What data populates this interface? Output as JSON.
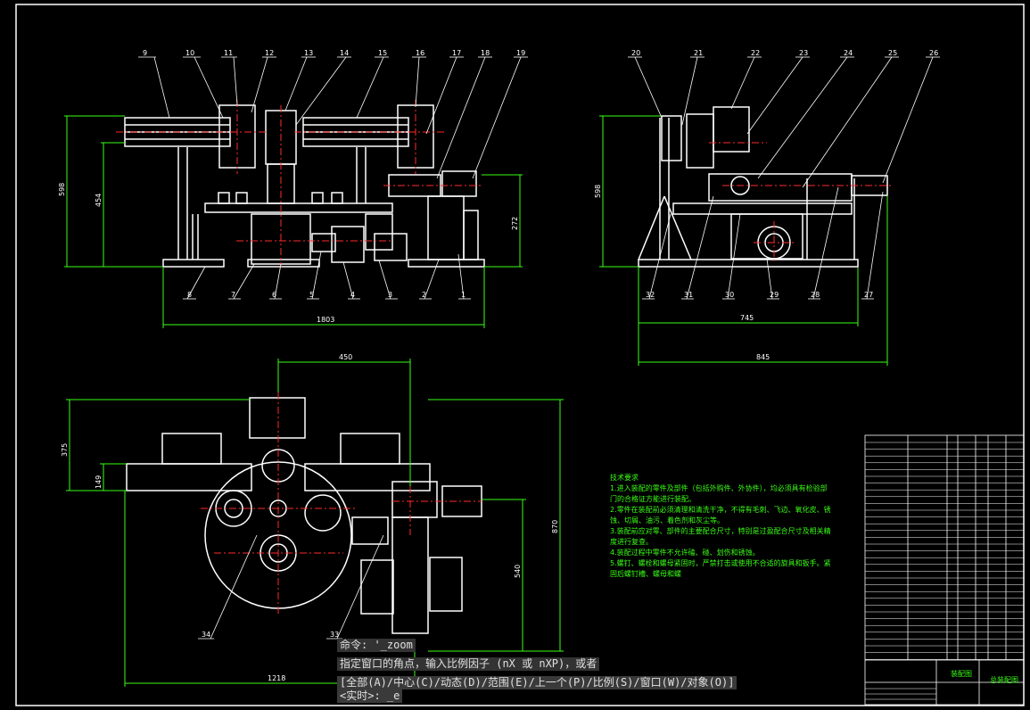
{
  "front_view": {
    "part_numbers": [
      "9",
      "10",
      "11",
      "12",
      "13",
      "14",
      "15",
      "16",
      "17",
      "18",
      "19"
    ],
    "bottom_numbers": [
      "8",
      "7",
      "6",
      "5",
      "4",
      "3",
      "2",
      "1"
    ],
    "dims": {
      "overall_width": "1803",
      "total_height": "598",
      "mid_height": "454",
      "right_height": "272"
    }
  },
  "side_view": {
    "part_numbers": [
      "20",
      "21",
      "22",
      "23",
      "24",
      "25",
      "26"
    ],
    "bottom_numbers": [
      "32",
      "31",
      "30",
      "29",
      "28",
      "27"
    ],
    "dims": {
      "height": "598",
      "width_745": "745",
      "width_845": "845"
    }
  },
  "top_view": {
    "labels": [
      "34",
      "33"
    ],
    "dims": {
      "top": "450",
      "left_375": "375",
      "left_149": "149",
      "right_870": "870",
      "right_540": "540",
      "bottom": "1218"
    }
  },
  "tech_requirements": {
    "title": "技术要求",
    "items": [
      "1.进入装配的零件及部件（包括外购件、外协件），均必须具有检验部门的合格证方能进行装配。",
      "2.零件在装配前必须清理和清洗干净，不得有毛刺、飞边、氧化皮、锈蚀、切屑、油污、着色剂和灰尘等。",
      "3.装配前应对零、部件的主要配合尺寸，特别是过盈配合尺寸及相关精度进行复查。",
      "4.装配过程中零件不允许磕、碰、划伤和锈蚀。",
      "5.螺钉、螺栓和螺母紧固时，严禁打击或使用不合适的旋具和扳手。紧固后螺钉槽、螺母和螺"
    ]
  },
  "title_block": {
    "big_label_1": "装配图",
    "big_label_2": "总装配图"
  },
  "command_line": {
    "history_1": "命令: '_zoom",
    "history_2": "指定窗口的角点，输入比例因子 (nX 或 nXP)，或者",
    "options": "[全部(A)/中心(C)/动态(D)/范围(E)/上一个(P)/比例(S)/窗口(W)/对象(O)]",
    "prompt": "<实时>: _e"
  }
}
